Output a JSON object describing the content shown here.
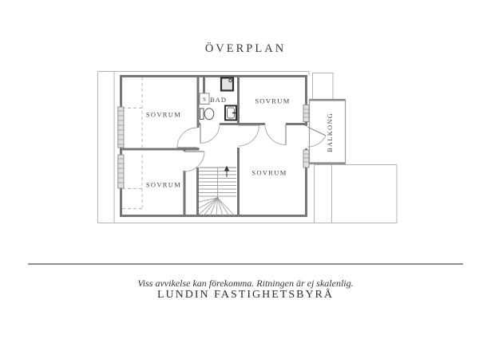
{
  "title": "ÖVERPLAN",
  "plan": {
    "rooms": {
      "bedroom_top_left": "SOVRUM",
      "bedroom_bottom_left": "SOVRUM",
      "bedroom_top_right": "SOVRUM",
      "bedroom_bottom_right": "SOVRUM",
      "bathroom": "BAD",
      "closet": "S",
      "balcony": "BALKONG"
    }
  },
  "footer": {
    "disclaimer": "Viss avvikelse kan förekomma. Ritningen är ej skalenlig.",
    "company": "LUNDIN FASTIGHETSBYRÅ"
  },
  "colors": {
    "wall": "#767672",
    "thin_line": "#b4b4b2",
    "fixture": "#3a3a38",
    "text": "#45453f",
    "background": "#ffffff"
  }
}
